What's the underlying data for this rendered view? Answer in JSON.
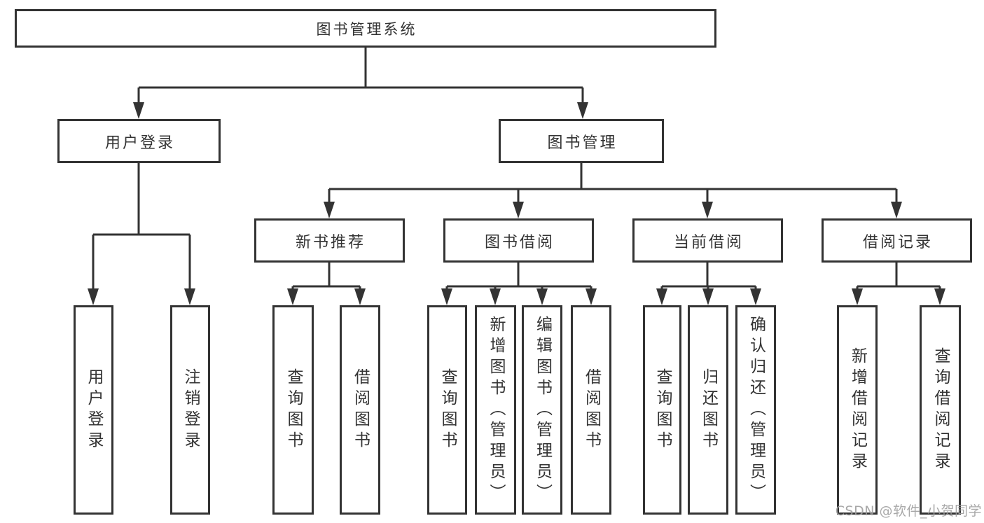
{
  "tree": {
    "label": "图书管理系统",
    "children": [
      {
        "label": "用户登录",
        "children": [
          {
            "label": "用户登录"
          },
          {
            "label": "注销登录"
          }
        ]
      },
      {
        "label": "图书管理",
        "children": [
          {
            "label": "新书推荐",
            "children": [
              {
                "label": "查询图书"
              },
              {
                "label": "借阅图书"
              }
            ]
          },
          {
            "label": "图书借阅",
            "children": [
              {
                "label": "查询图书"
              },
              {
                "label": "新增图书（管理员）"
              },
              {
                "label": "编辑图书（管理员）"
              },
              {
                "label": "借阅图书"
              }
            ]
          },
          {
            "label": "当前借阅",
            "children": [
              {
                "label": "查询图书"
              },
              {
                "label": "归还图书"
              },
              {
                "label": "确认归还（管理员）"
              }
            ]
          },
          {
            "label": "借阅记录",
            "children": [
              {
                "label": "新增借阅记录"
              },
              {
                "label": "查询借阅记录"
              }
            ]
          }
        ]
      }
    ]
  },
  "watermark": {
    "text": "CSDN @软件_小贺同学"
  },
  "colors": {
    "line": "#333333",
    "box_border": "#333333",
    "text": "#333333",
    "box_background": "#ffffff",
    "page_background": "#ffffff",
    "watermark": "#9f9f9f"
  }
}
